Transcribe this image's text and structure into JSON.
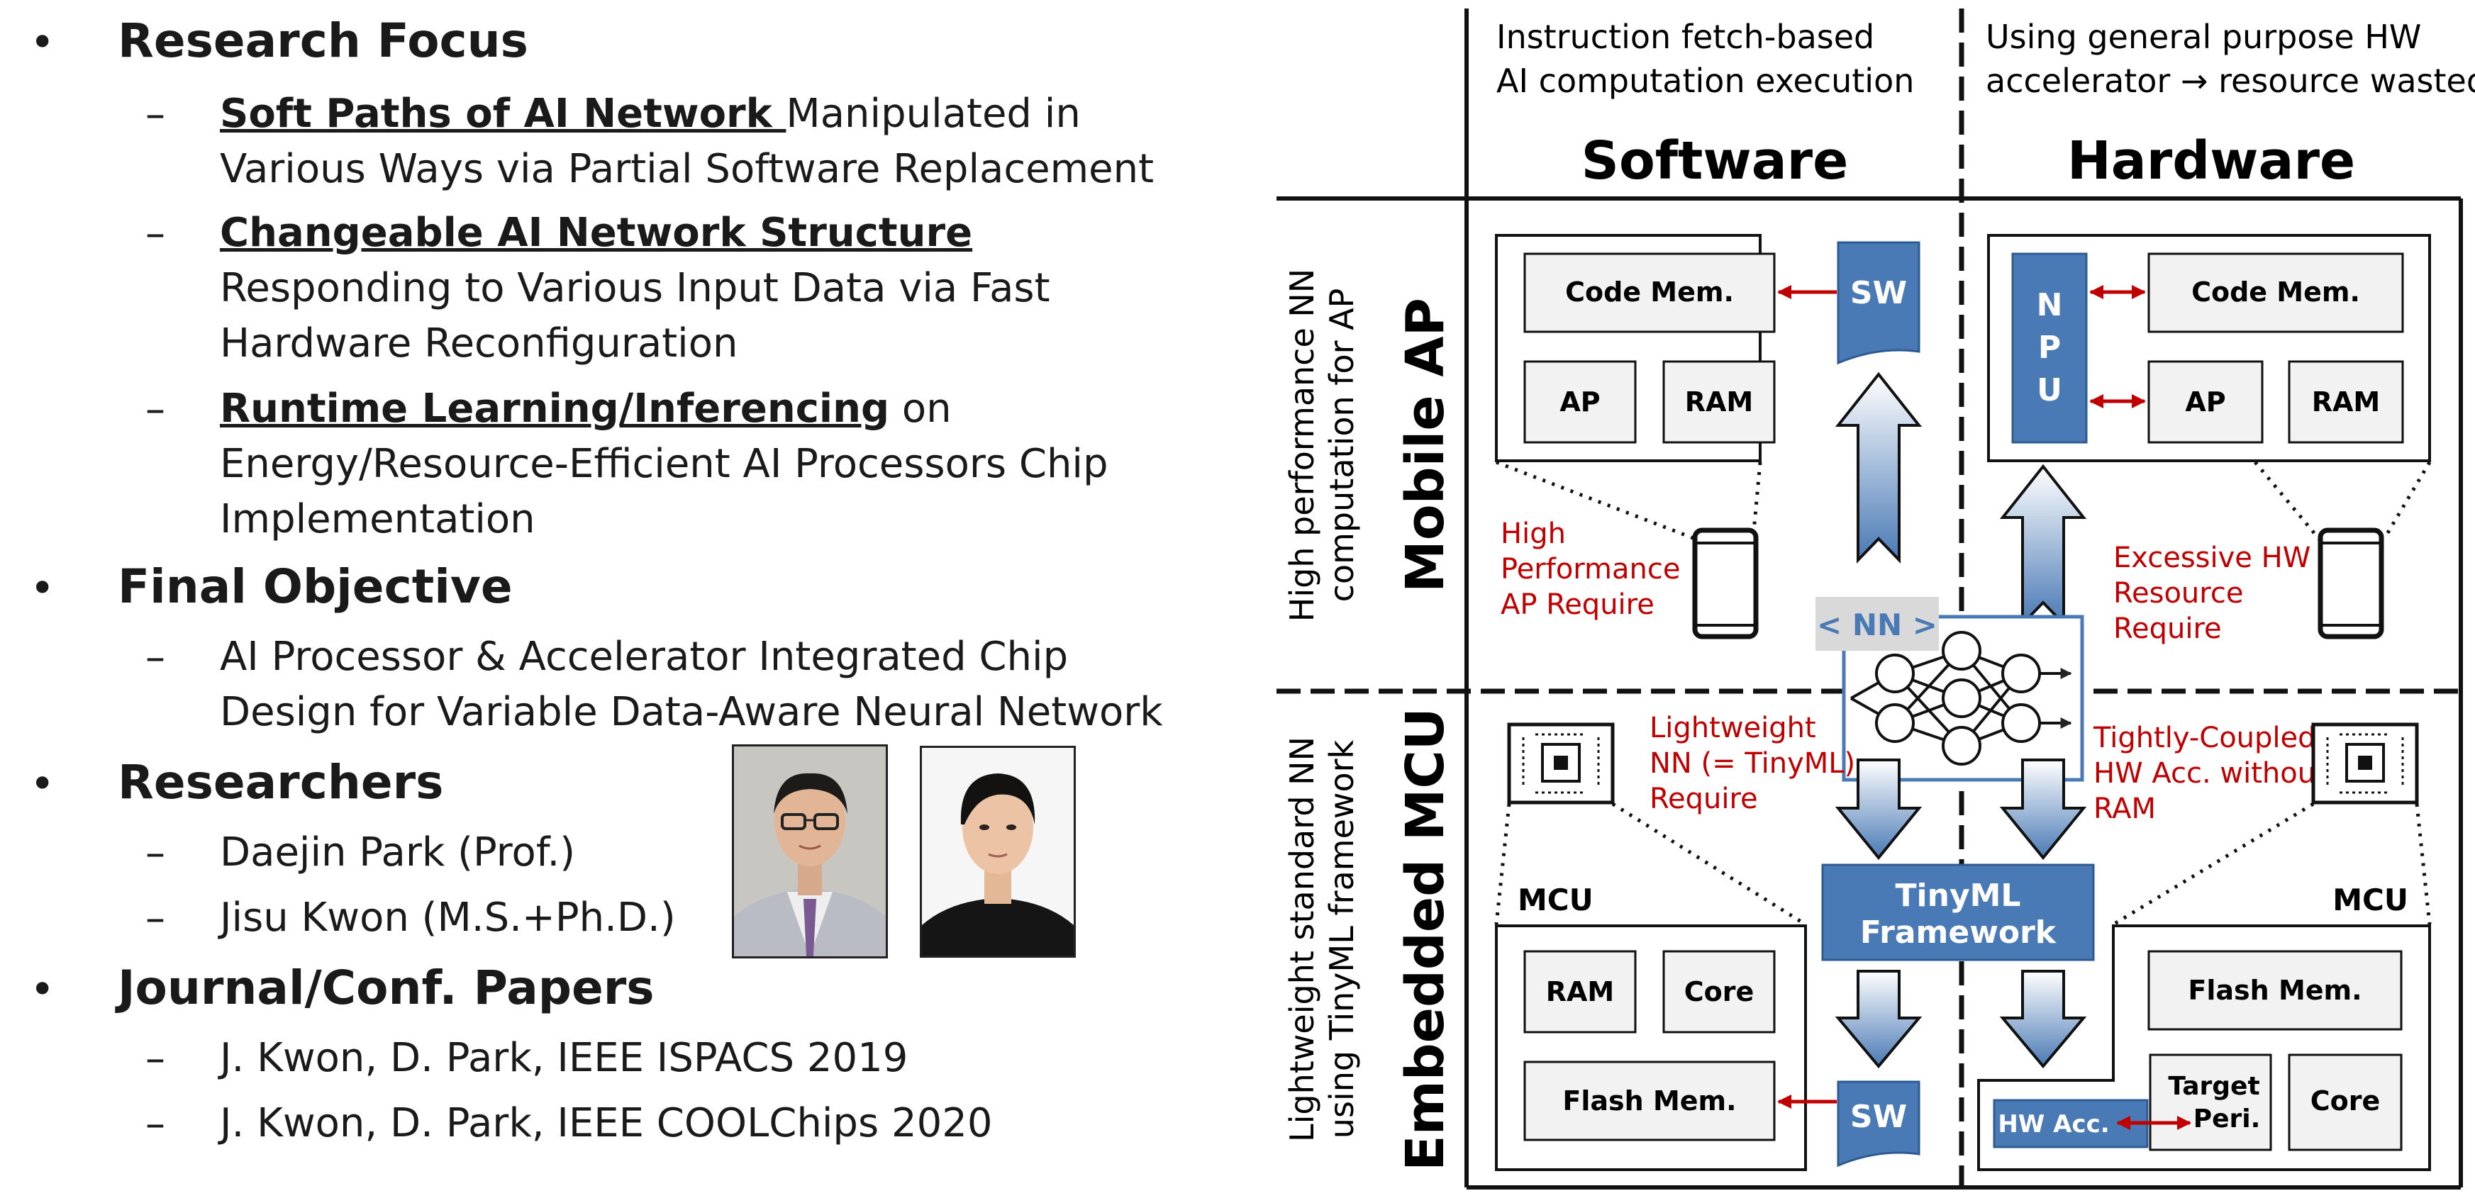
{
  "left": {
    "sections": [
      {
        "title": "Research Focus"
      },
      {
        "title": "Final Objective"
      },
      {
        "title": "Researchers"
      },
      {
        "title": "Journal/Conf. Papers"
      }
    ],
    "focus_items": [
      {
        "keyword": "Soft Paths of AI Network ",
        "rest": "Manipulated in Various Ways via Partial Software Replacement"
      },
      {
        "keyword": "Changeable AI Network Structure ",
        "rest": "Responding to Various Input Data via Fast Hardware Reconfiguration"
      },
      {
        "keyword": "Runtime Learning/Inferencing",
        "rest": " on Energy/Resource-Efficient  AI Processors Chip Implementation"
      }
    ],
    "objective": "AI Processor & Accelerator Integrated Chip Design for Variable Data-Aware Neural Network",
    "researchers": [
      "Daejin Park (Prof.)",
      "Jisu Kwon (M.S.+Ph.D.)"
    ],
    "papers": [
      "J. Kwon, D. Park, IEEE ISPACS 2019",
      "J. Kwon, D. Park, IEEE COOLChips 2020"
    ],
    "dash": "–",
    "bullet": "•"
  },
  "diagram": {
    "sw_note_1": "Instruction fetch-based",
    "sw_note_2": "AI computation execution",
    "hw_note_1": "Using general purpose HW",
    "hw_note_2": "accelerator → resource wasted",
    "col_software": "Software",
    "col_hardware": "Hardware",
    "row_mobile": "Mobile AP",
    "row_mobile_sub_1": "High performance NN",
    "row_mobile_sub_2": "computation for AP",
    "row_mcu": "Embedded MCU",
    "row_mcu_sub_1": "Lightweight standard NN",
    "row_mcu_sub_2": "using TinyML framework",
    "code_mem": "Code Mem.",
    "ap": "AP",
    "ram": "RAM",
    "sw": "SW",
    "npu": [
      "N",
      "P",
      "U"
    ],
    "high_perf": [
      "High",
      "Performance",
      "AP Require"
    ],
    "excessive": [
      "Excessive HW",
      "Resource",
      "Require"
    ],
    "nn_label": "< NN >",
    "lightweight": [
      "Lightweight",
      "NN (= TinyML)",
      "Require"
    ],
    "tightly": [
      "Tightly-Coupled",
      "HW Acc. without",
      "RAM"
    ],
    "tinyml": [
      "TinyML",
      "Framework"
    ],
    "mcu": "MCU",
    "core": "Core",
    "flash_mem": "Flash Mem.",
    "target_peri": [
      "Target",
      "Peri."
    ],
    "hw_acc": "HW Acc.",
    "colors": {
      "blue": "#4a7ab5",
      "red": "#c00000",
      "box": "#f2f2f2"
    }
  }
}
